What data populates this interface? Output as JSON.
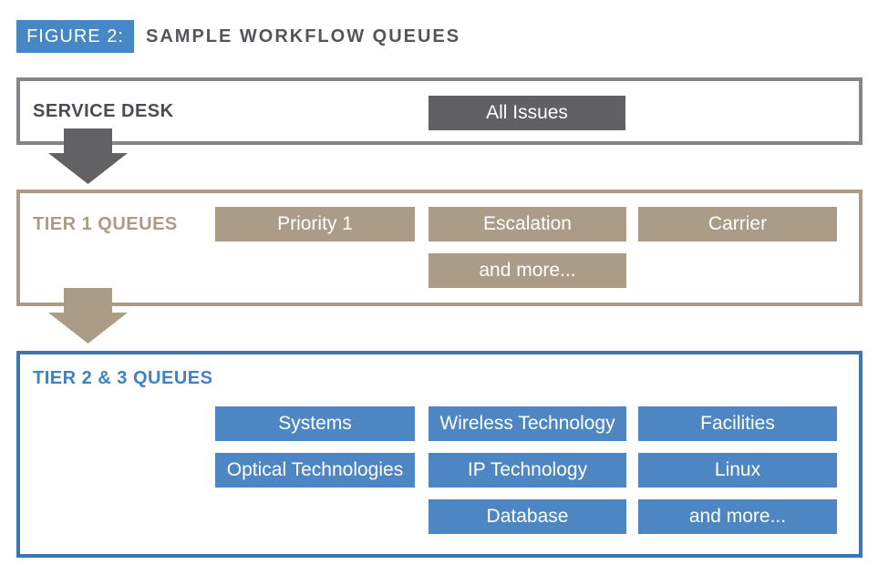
{
  "header": {
    "figure_label": "FIGURE 2:",
    "title": "SAMPLE WORKFLOW QUEUES"
  },
  "colors": {
    "accent_blue": "#4D86C3",
    "accent_blue_border": "#3E76B0",
    "accent_blue_text": "#4181C2",
    "chip_blue": "#4787C6",
    "tan": "#AB9C88",
    "arrow_gray": "#626265",
    "arrow_tan": "#AB9C88",
    "gray_button": "#616164",
    "gray_border": "#85868A",
    "dark_label_text": "#4A4C53",
    "title_text": "#54555B"
  },
  "sections": [
    {
      "id": "service-desk",
      "label": "SERVICE DESK",
      "queues": [
        "All Issues"
      ]
    },
    {
      "id": "tier-1",
      "label": "TIER 1 QUEUES",
      "queues": [
        "Priority 1",
        "Escalation",
        "Carrier",
        "and more..."
      ]
    },
    {
      "id": "tier-2-3",
      "label": "TIER 2 & 3 QUEUES",
      "queues": [
        "Systems",
        "Wireless Technology",
        "Facilities",
        "Optical Technologies",
        "IP Technology",
        "Linux",
        "Database",
        "and more..."
      ]
    }
  ]
}
